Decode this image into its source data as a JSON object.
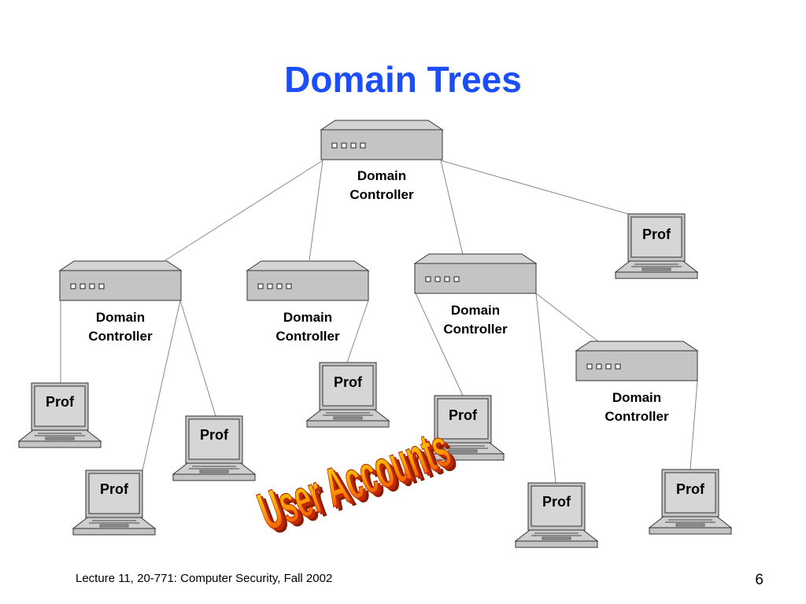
{
  "slide": {
    "title": "Domain Trees",
    "footer": "Lecture 11, 20-771: Computer Security,  Fall 2002",
    "page_number": "6"
  },
  "diagram": {
    "controllers": [
      {
        "id": "root",
        "label": [
          "Domain",
          "Controller"
        ]
      },
      {
        "id": "dc-left",
        "label": [
          "Domain",
          "Controller"
        ]
      },
      {
        "id": "dc-mid",
        "label": [
          "Domain",
          "Controller"
        ]
      },
      {
        "id": "dc-right",
        "label": [
          "Domain",
          "Controller"
        ]
      },
      {
        "id": "dc-far-right",
        "label": [
          "Domain",
          "Controller"
        ]
      }
    ],
    "laptops": [
      {
        "id": "prof-top-right",
        "label": "Prof"
      },
      {
        "id": "prof-left-1",
        "label": "Prof"
      },
      {
        "id": "prof-left-2",
        "label": "Prof"
      },
      {
        "id": "prof-left-3",
        "label": "Prof"
      },
      {
        "id": "prof-mid",
        "label": "Prof"
      },
      {
        "id": "prof-right-1",
        "label": "Prof"
      },
      {
        "id": "prof-right-2",
        "label": "Prof"
      },
      {
        "id": "prof-far-right",
        "label": "Prof"
      }
    ],
    "wordart": "User Accounts",
    "colors": {
      "title": "#1b4ff5",
      "device": "#c8c8c8",
      "wordart_top": "#ffd700",
      "wordart_bottom": "#e63500"
    }
  }
}
